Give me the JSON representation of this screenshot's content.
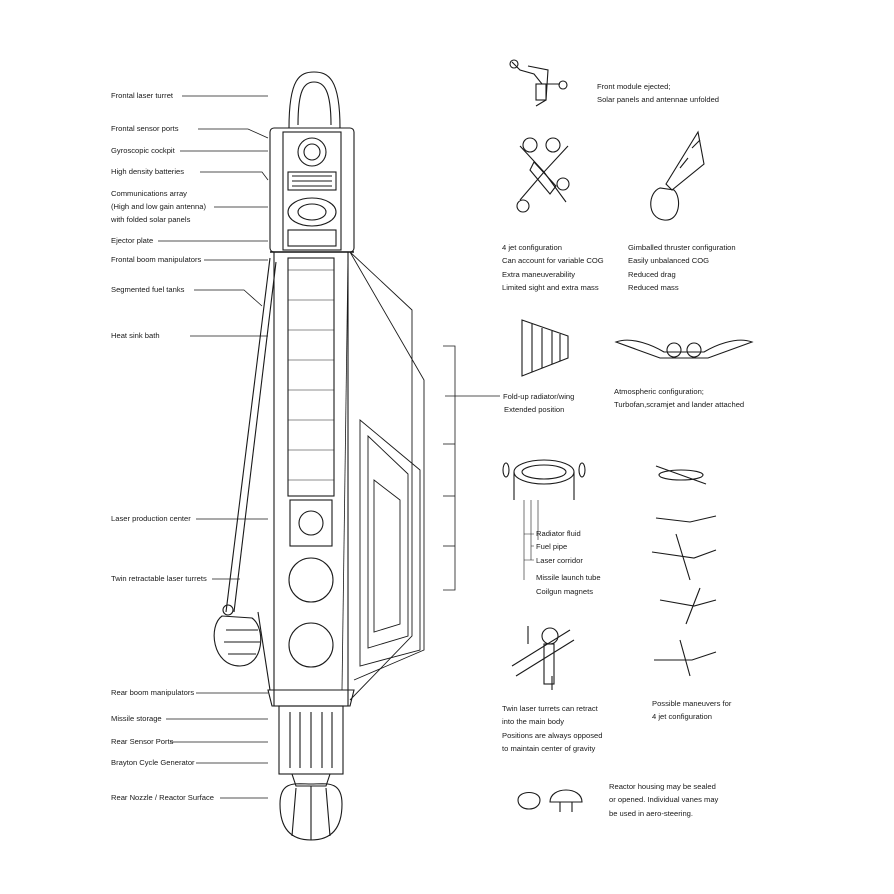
{
  "ship_labels": [
    "Frontal laser turret",
    "Frontal sensor ports",
    "Gyroscopic cockpit",
    "High density batteries",
    "Communications array",
    "(High and low gain antenna)",
    "with folded solar panels",
    "Ejector plate",
    "Frontal boom manipulators",
    "Segmented fuel tanks",
    "Heat sink bath",
    "Laser production center",
    "Twin retractable laser turrets",
    "Rear boom manipulators",
    "Missile storage",
    "Rear Sensor Ports",
    "Brayton Cycle Generator",
    "Rear Nozzle / Reactor Surface"
  ],
  "notes": {
    "front_module": [
      "Front module ejected;",
      "Solar panels and antennae unfolded"
    ],
    "four_jet": [
      "4 jet configuration",
      "Can account for variable COG",
      "Extra maneuverability",
      "Limited sight and extra mass"
    ],
    "gimballed": [
      "Gimballed thruster configuration",
      "Easily unbalanced COG",
      "Reduced drag",
      "Reduced mass"
    ],
    "radiator": [
      "Fold-up radiator/wing",
      "Extended position"
    ],
    "atmospheric": [
      "Atmospheric configuration;",
      "Turbofan,scramjet and lander attached"
    ],
    "corridor": [
      "Radiator fluid",
      "Fuel pipe",
      "Laser corridor",
      "Missile launch tube",
      "Coilgun magnets"
    ],
    "twin_turrets": [
      "Twin laser turrets can retract",
      "into the main body",
      "Positions are always opposed",
      "to maintain center of gravity"
    ],
    "maneuvers": [
      "Possible maneuvers for",
      "4 jet configuration"
    ],
    "reactor": [
      "Reactor housing may be sealed",
      "or opened. Individual vanes may",
      "be used in aero-steering."
    ]
  }
}
